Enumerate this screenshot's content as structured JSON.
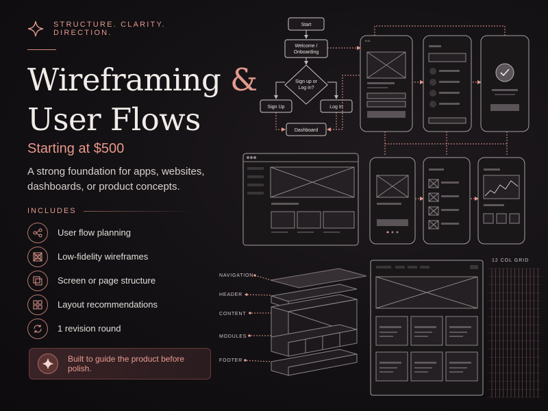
{
  "header": {
    "tagline": "STRUCTURE. CLARITY. DIRECTION.",
    "title_line1": "Wireframing",
    "title_amp": "&",
    "title_line2": "User Flows",
    "price": "Starting at $500",
    "description": "A strong foundation for apps, websites, dashboards, or product concepts."
  },
  "includes": {
    "heading": "INCLUDES",
    "items": [
      {
        "label": "User flow planning",
        "icon": "flow-icon"
      },
      {
        "label": "Low-fidelity wireframes",
        "icon": "wireframe-icon"
      },
      {
        "label": "Screen or page structure",
        "icon": "layers-icon"
      },
      {
        "label": "Layout recommendations",
        "icon": "grid-icon"
      },
      {
        "label": "1 revision round",
        "icon": "refresh-icon"
      }
    ]
  },
  "callout": {
    "text": "Built to guide the product before polish.",
    "icon": "star-icon"
  },
  "flowchart": {
    "start": "Start",
    "welcome_line1": "Welcome /",
    "welcome_line2": "Onboarding",
    "decision_line1": "Sign up or",
    "decision_line2": "Log in?",
    "signup": "Sign Up",
    "login": "Log In",
    "dashboard": "Dashboard"
  },
  "phone_time": "9:41",
  "layers": {
    "navigation": "NAVIGATION",
    "header": "HEADER",
    "content": "CONTENT",
    "modules": "MODULES",
    "footer": "FOOTER"
  },
  "grid_label": "12 COL GRID",
  "colors": {
    "accent": "#e39a8e",
    "background": "#121013",
    "wire": "#8d8589"
  }
}
